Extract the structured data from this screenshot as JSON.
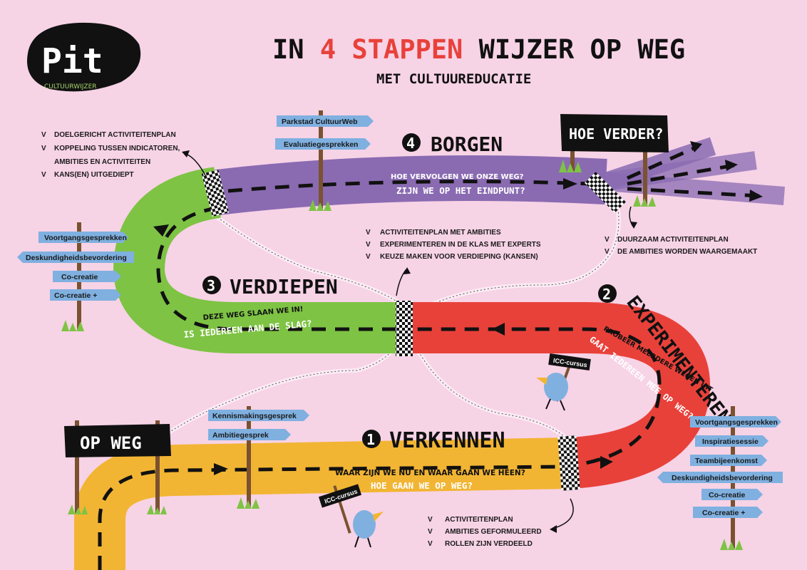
{
  "logo": {
    "word": "Pit",
    "tagline": "CULTUURWIJZER"
  },
  "title": {
    "part1": "IN ",
    "number": "4",
    "part2": " STAPPEN",
    "part3": " WIJZER OP WEG",
    "subtitle": "MET CULTUUREDUCATIE"
  },
  "colors": {
    "accent": "#e8413a",
    "yellow": "#f2b533",
    "red": "#e8413a",
    "green": "#7ec344",
    "purple": "#8a6bb2",
    "sign": "#7fb0e0",
    "background": "#f7d3e6"
  },
  "start": {
    "label": "OP WEG"
  },
  "end": {
    "label": "HOE VERDER?"
  },
  "steps": [
    {
      "number": "1",
      "name": "VERKENNEN",
      "question": "WAAR ZIJN WE NU EN WAAR GAAN WE HEEN?",
      "subquestion": "HOE GAAN WE OP WEG?",
      "signs": [
        "Kennismakingsgesprek",
        "Ambitiegesprek"
      ],
      "bird_sign": "ICC-cursus",
      "checklist": [
        "ACTIVITEITENPLAN",
        "AMBITIES GEFORMULEERD",
        "ROLLEN ZIJN VERDEELD"
      ]
    },
    {
      "number": "2",
      "name": "EXPERIMENTEREN",
      "question": "PROBEER MEERDERE WEGEN UIT",
      "subquestion": "GAAT IEDEREEN MEE OP WEG?",
      "signs": [
        "Voortgangsgesprekken",
        "Inspiratiesessie",
        "Teambijeenkomst",
        "Deskundigheidsbevordering",
        "Co-creatie",
        "Co-creatie +"
      ],
      "bird_sign": "ICC-cursus",
      "checklist": [
        "ACTIVITEITENPLAN MET AMBITIES",
        "EXPERIMENTEREN IN DE KLAS MET EXPERTS",
        "KEUZE MAKEN VOOR VERDIEPING (KANSEN)"
      ]
    },
    {
      "number": "3",
      "name": "VERDIEPEN",
      "question": "DEZE WEG SLAAN WE IN!",
      "subquestion": "IS IEDEREEN AAN DE SLAG?",
      "signs": [
        "Voortgangsgesprekken",
        "Deskundigheidsbevordering",
        "Co-creatie",
        "Co-creatie +"
      ],
      "checklist": [
        "DOELGERICHT ACTIVITEITENPLAN",
        "KOPPELING TUSSEN INDICATOREN,",
        "AMBITIES EN ACTIVITEITEN",
        "KANS(EN) UITGEDIEPT"
      ]
    },
    {
      "number": "4",
      "name": "BORGEN",
      "question": "HOE VERVOLGEN WE ONZE WEG?",
      "subquestion": "ZIJN WE OP HET EINDPUNT?",
      "signs": [
        "Parkstad CultuurWeb",
        "Evaluatiegesprekken"
      ],
      "checklist": [
        "DUURZAAM ACTIVITEITENPLAN",
        "DE AMBITIES WORDEN WAARGEMAAKT"
      ]
    }
  ],
  "check_mark": "V"
}
